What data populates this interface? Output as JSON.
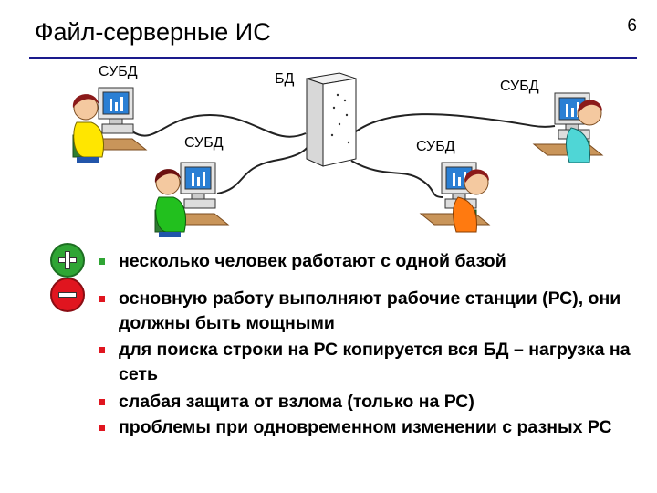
{
  "header": {
    "title": "Файл-серверные ИС",
    "slide_number": "6"
  },
  "diagram": {
    "server_label": "БД",
    "client_labels": [
      "СУБД",
      "СУБД",
      "СУБД",
      "СУБД"
    ]
  },
  "pros": [
    "несколько человек работают с одной базой"
  ],
  "cons": [
    "основную работу выполняют рабочие станции (РС), они должны быть мощными",
    "для поиска строки на РС копируется вся БД – нагрузка на сеть",
    "слабая защита от взлома (только на РС)",
    "проблемы при одновременном изменении с разных РС"
  ],
  "colors": {
    "accent_rule": "#1a1a8c",
    "plus": "#2fa534",
    "minus": "#e0151f"
  },
  "icons": [
    "plus-icon",
    "minus-icon",
    "server-icon",
    "workstation-icon"
  ]
}
